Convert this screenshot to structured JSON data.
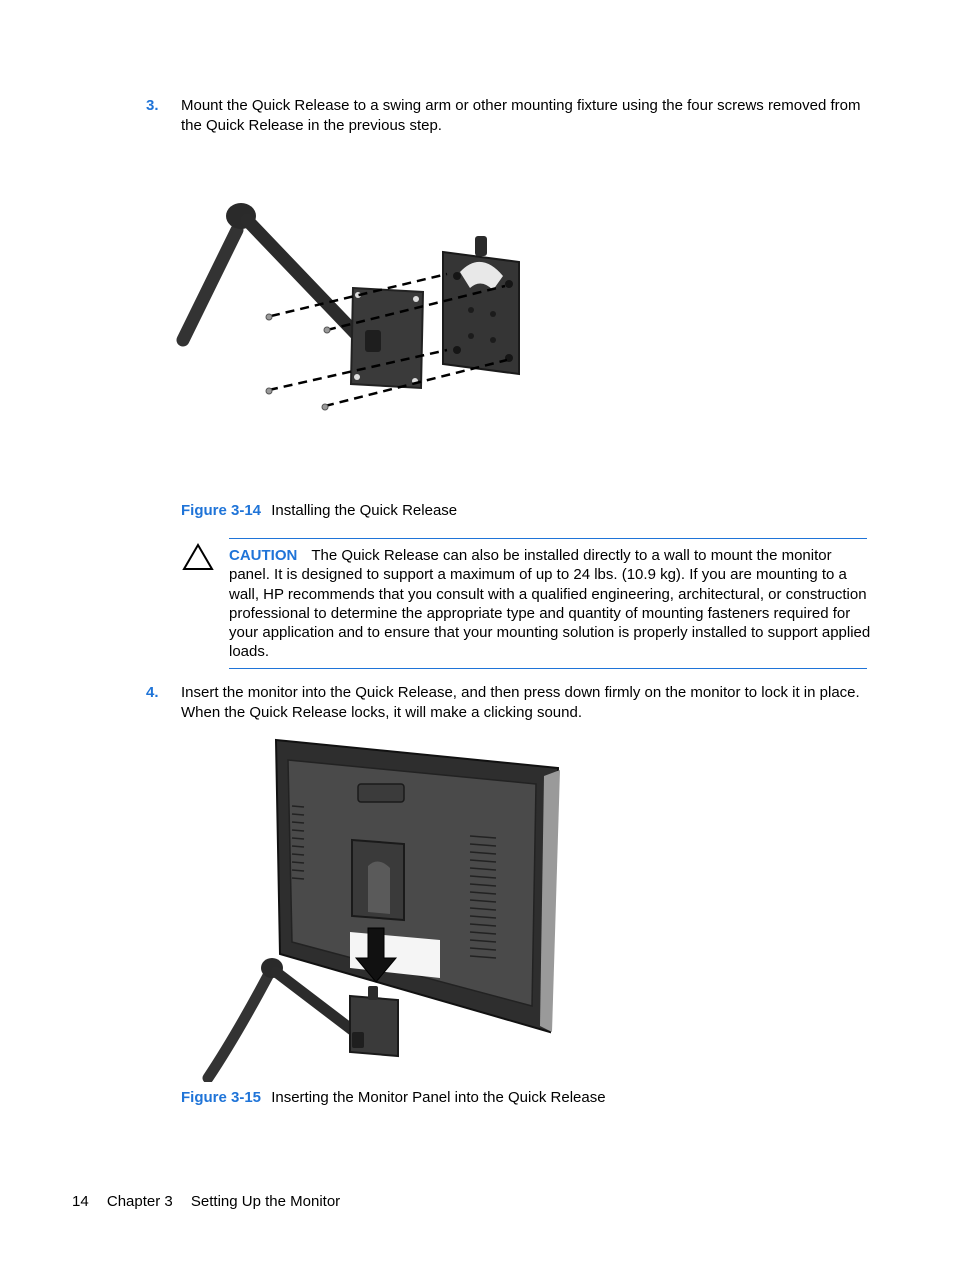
{
  "steps": [
    {
      "number": "3.",
      "text": "Mount the Quick Release to a swing arm or other mounting fixture using the four screws removed from the Quick Release in the previous step."
    },
    {
      "number": "4.",
      "text": "Insert the monitor into the Quick Release, and then press down firmly on the monitor to lock it in place. When the Quick Release locks, it will make a clicking sound."
    }
  ],
  "figures": [
    {
      "label": "Figure 3-14",
      "caption": "Installing the Quick Release"
    },
    {
      "label": "Figure 3-15",
      "caption": "Inserting the Monitor Panel into the Quick Release"
    }
  ],
  "caution": {
    "keyword": "CAUTION",
    "text": "The Quick Release can also be installed directly to a wall to mount the monitor panel. It is designed to support a maximum of up to 24 lbs. (10.9 kg). If you are mounting to a wall, HP recommends that you consult with a qualified engineering, architectural, or construction professional to determine the appropriate type and quantity of mounting fasteners required for your application and to ensure that your mounting solution is properly installed to support applied loads.",
    "icon": "caution-triangle-icon"
  },
  "footer": {
    "page_number": "14",
    "chapter": "Chapter 3",
    "chapter_title": "Setting Up the Monitor"
  },
  "colors": {
    "accent": "#1f74d8"
  }
}
